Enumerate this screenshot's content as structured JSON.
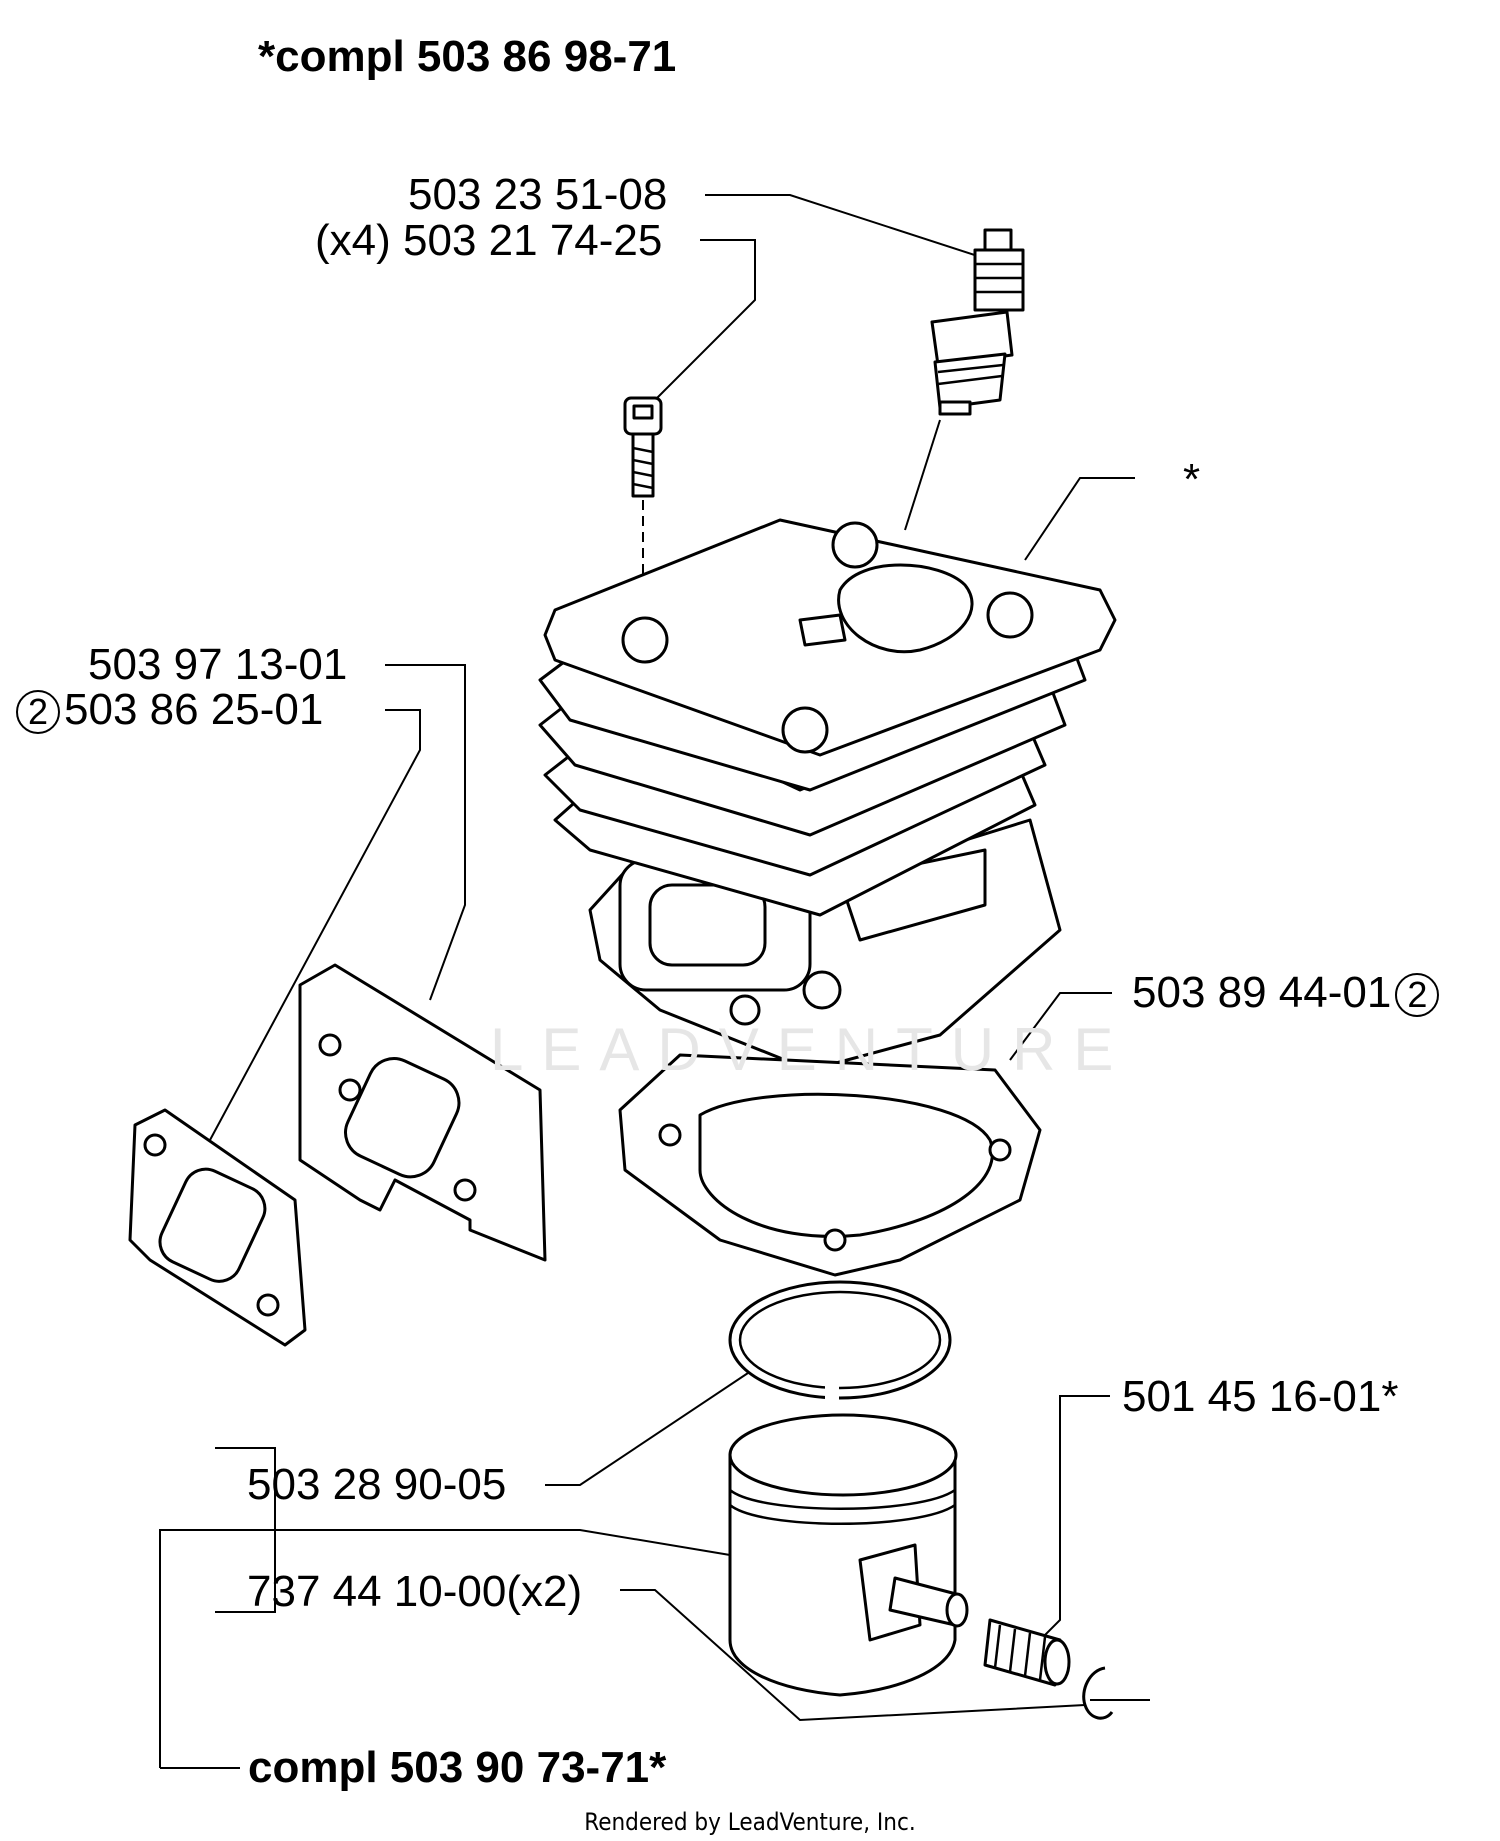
{
  "header": {
    "kit_label": "*compl 503 86 98-71"
  },
  "labels": {
    "spark_plug": "503 23 51-08",
    "screw_qty": "(x4)",
    "screw": "503 21 74-25",
    "cylinder_asterisk": "*",
    "plate": "503 97 13-01",
    "gasket_left_ref": "2",
    "gasket_left": "503 86 25-01",
    "base_gasket": "503 89 44-01",
    "base_gasket_ref": "2",
    "bearing": "501 45 16-01*",
    "piston_ring": "503 28 90-05",
    "circlip": "737 44 10-00(x2)"
  },
  "footer_kit": {
    "label": "compl 503 90 73-71*"
  },
  "watermark": "LEADVENTURE",
  "footer": {
    "credit": "Rendered by LeadVenture, Inc."
  }
}
